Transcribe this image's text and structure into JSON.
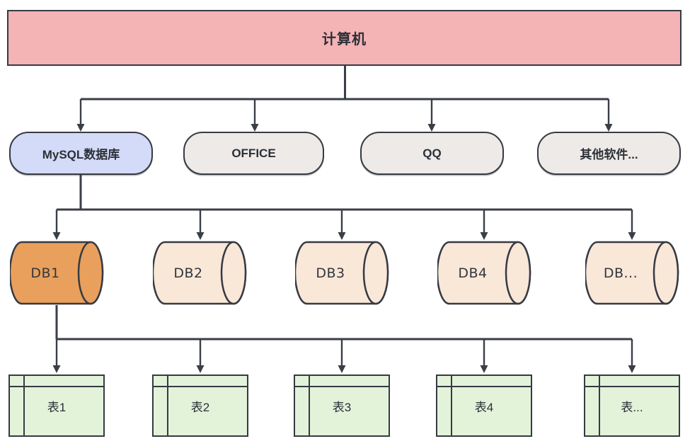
{
  "title": "计算机",
  "software": [
    {
      "label": "MySQL数据库"
    },
    {
      "label": "OFFICE"
    },
    {
      "label": "QQ"
    },
    {
      "label": "其他软件..."
    }
  ],
  "databases": [
    {
      "label": "DB1",
      "highlighted": true
    },
    {
      "label": "DB2",
      "highlighted": false
    },
    {
      "label": "DB3",
      "highlighted": false
    },
    {
      "label": "DB4",
      "highlighted": false
    },
    {
      "label": "DB...",
      "highlighted": false
    }
  ],
  "tables": [
    {
      "label": "表1"
    },
    {
      "label": "表2"
    },
    {
      "label": "表3"
    },
    {
      "label": "表4"
    },
    {
      "label": "表..."
    }
  ],
  "colors": {
    "root_fill": "#f4b3b5",
    "mysql_fill": "#d4dbf9",
    "app_fill": "#edeae7",
    "db_highlight_fill": "#e9a05c",
    "db_fill": "#f9e7d8",
    "table_fill": "#e2f3da",
    "stroke": "#363a43"
  }
}
